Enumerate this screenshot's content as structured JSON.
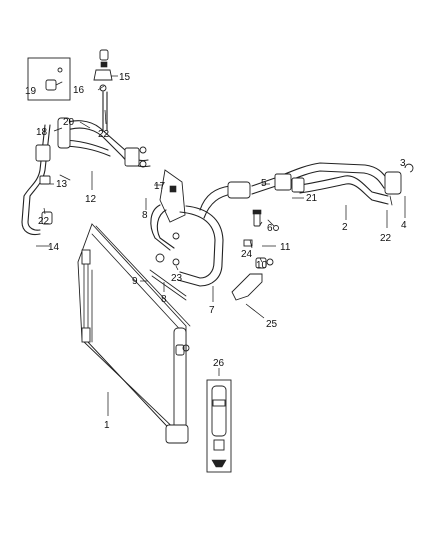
{
  "callouts": [
    {
      "id": "c19",
      "text": "19"
    },
    {
      "id": "c15",
      "text": "15"
    },
    {
      "id": "c16",
      "text": "16"
    },
    {
      "id": "c20",
      "text": "20"
    },
    {
      "id": "c18",
      "text": "18"
    },
    {
      "id": "c22a",
      "text": "22"
    },
    {
      "id": "c13",
      "text": "13"
    },
    {
      "id": "c12",
      "text": "12"
    },
    {
      "id": "c17",
      "text": "17"
    },
    {
      "id": "c8a",
      "text": "8"
    },
    {
      "id": "c22b",
      "text": "22"
    },
    {
      "id": "c14",
      "text": "14"
    },
    {
      "id": "c5",
      "text": "5"
    },
    {
      "id": "c3",
      "text": "3"
    },
    {
      "id": "c21",
      "text": "21"
    },
    {
      "id": "c6",
      "text": "6"
    },
    {
      "id": "c2",
      "text": "2"
    },
    {
      "id": "c4",
      "text": "4"
    },
    {
      "id": "c22c",
      "text": "22"
    },
    {
      "id": "c11",
      "text": "11"
    },
    {
      "id": "c24",
      "text": "24"
    },
    {
      "id": "c10",
      "text": "10"
    },
    {
      "id": "c23",
      "text": "23"
    },
    {
      "id": "c9",
      "text": "9"
    },
    {
      "id": "c8b",
      "text": "8"
    },
    {
      "id": "c7",
      "text": "7"
    },
    {
      "id": "c25",
      "text": "25"
    },
    {
      "id": "c26",
      "text": "26"
    },
    {
      "id": "c1",
      "text": "1"
    }
  ]
}
